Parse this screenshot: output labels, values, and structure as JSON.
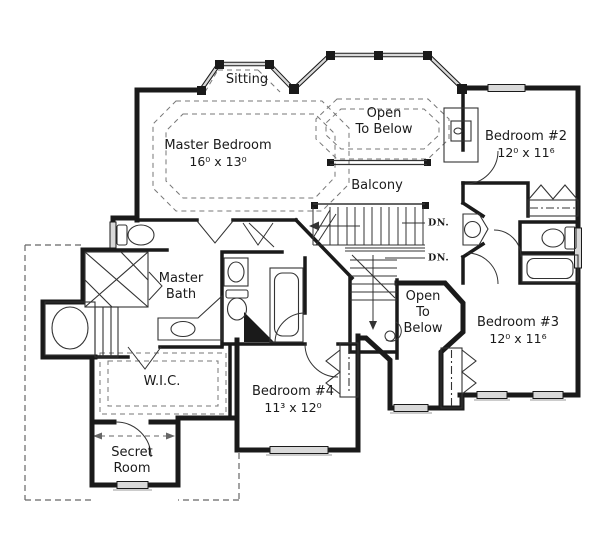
{
  "rooms": {
    "sitting": {
      "label": "Sitting"
    },
    "master_bedroom": {
      "label": "Master Bedroom",
      "dims": "16⁰ x 13⁰"
    },
    "open_to_below_top": {
      "line1": "Open",
      "line2": "To Below"
    },
    "balcony": {
      "label": "Balcony"
    },
    "bedroom2": {
      "label": "Bedroom #2",
      "dims": "12⁰ x 11⁶"
    },
    "master_bath": {
      "line1": "Master",
      "line2": "Bath"
    },
    "wic": {
      "label": "W.I.C."
    },
    "secret_room": {
      "line1": "Secret",
      "line2": "Room"
    },
    "bedroom4": {
      "label": "Bedroom #4",
      "dims": "11³ x 12⁰"
    },
    "open_to_below_bottom": {
      "line1": "Open",
      "line2": "To",
      "line3": "Below"
    },
    "bedroom3": {
      "label": "Bedroom #3",
      "dims": "12⁰ x 11⁶"
    }
  },
  "stairs": {
    "dn_upper": "DN.",
    "dn_lower": "DN."
  },
  "colors": {
    "wall": "#1a1a1a",
    "paper": "#ffffff",
    "window_fill": "#c8c8c8",
    "text": "#1a1a1a"
  }
}
